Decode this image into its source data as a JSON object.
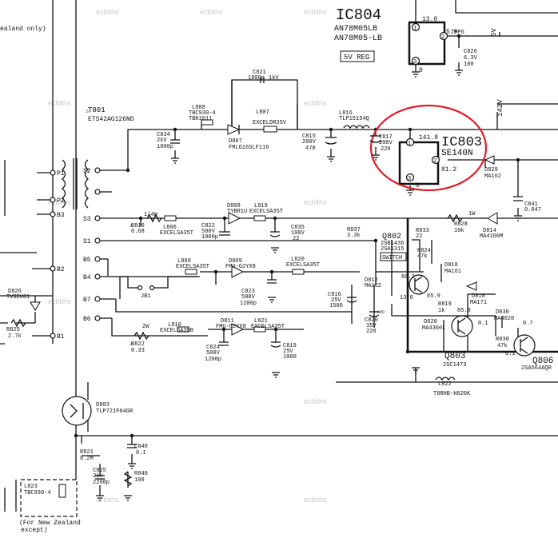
{
  "ic804": {
    "name": "IC804",
    "part_a": "AN78M05LB",
    "part_b": "AN78M05-LB",
    "reg_box": "5V REG",
    "v_in": "13.0",
    "v_out": "5.0",
    "v_gnd": "0",
    "pin1": "1",
    "pin2": "2",
    "pin3": "3"
  },
  "ic803": {
    "name": "IC803",
    "part": "SE140N",
    "v1": "141.8",
    "v2": "81.2",
    "v3": "0",
    "pin1": "1",
    "pin2": "2",
    "pin3": "3"
  },
  "rails": {
    "v5": "5V",
    "v142": "142V"
  },
  "t801": {
    "ref": "T801",
    "part": "ETS42AG126ND"
  },
  "pins_left": [
    "P1",
    "P2",
    "B3",
    "B2",
    "B1"
  ],
  "pins_sec": [
    "S2",
    "S3",
    "S1",
    "B5",
    "B4",
    "B7",
    "B6"
  ],
  "components": {
    "tpp6": "TPP6",
    "c826": "C826",
    "c826_v": "6.3V",
    "c826_val": "100",
    "c821": "C821",
    "c821_val": "1800p",
    "c821_v": "1kV",
    "l808": "L808",
    "l808_part_a": "TBC930-4",
    "l808_part_b": "TBK1011",
    "d807": "D807",
    "d807_part": "FMLG16SLF116",
    "l807": "L807",
    "l807_part": "EXCELDR35V",
    "c834": "C834",
    "c834_v": "2kV",
    "c834_val": "1000p",
    "c815": "C815",
    "c815_v": "200V",
    "c815_val": "470",
    "l816": "L816",
    "l816_part": "TLP15154Q",
    "c817": "C817",
    "c817_v": "200V",
    "c817_val": "220",
    "d829": "D829",
    "d829_part": "MA162",
    "c841": "C841",
    "c841_val": "0.047",
    "r816": "R816",
    "r816_val": "0.68",
    "r816_w": "1/4W",
    "l806": "L806",
    "l806_part": "EXCELSA35T",
    "d808": "D808",
    "d808_part": "TYBR1U",
    "l819": "L819",
    "l819_part": "EXCELSA35T",
    "c822": "C822",
    "c822_v": "500V",
    "c822_val": "1000p",
    "c835": "C835",
    "c835_v": "100V",
    "c835_val": "22",
    "r837": "R837",
    "r837_val": "3.3k",
    "r833": "R833",
    "r833_val": "22",
    "r828": "R828",
    "r828_val": "10k",
    "r828_w": "1W",
    "d814": "D814",
    "d814_part": "MA4100M",
    "q802": "Q802",
    "q802_part_a": "2SB1436",
    "q802_part_b": "2SA1315",
    "switch": "SWITCH",
    "r824": "R824",
    "r824_val": "47k",
    "d818": "D818",
    "d818_part": "MA161",
    "l809": "L809",
    "l809_part": "EXCELSA35T",
    "d809": "D809",
    "d809_part": "FMU-G2YX8",
    "l820": "L820",
    "l820_part": "EXCELSA35T",
    "jb1": "JB1",
    "c823": "C823",
    "c823_v": "500V",
    "c823_val": "1200p",
    "d826": "D826",
    "d826_part": "TVSEU01",
    "r825": "R825",
    "r825_val": "2.7k",
    "d812": "D812",
    "d812_part": "MA162",
    "c816": "C816",
    "c816_v": "25V",
    "c816_val": "1500",
    "c820": "C820",
    "c820_v": "35V",
    "c820_val": "220",
    "q802_v_b": "86.2",
    "q802_v_e": "13.0",
    "q802_v_c": "85.9",
    "r819": "R819",
    "r819_val": "1k",
    "d810": "D810",
    "d810_part": "MA171",
    "d820": "D820",
    "d820_part": "MA4360L",
    "q803": "Q803",
    "q803_part": "2SC1473",
    "q803_v": "85.9",
    "q803_v2": "0.1",
    "d830": "D830",
    "d830_part": "MA4020",
    "r830": "R830",
    "r830_val": "47k",
    "q806": "Q806",
    "q806_part": "2SA564AQR",
    "q806_v": "0.7",
    "q806_v2": "0.1",
    "r822": "R822",
    "r822_val": "0.33",
    "r822_w": "2W",
    "l810": "L810",
    "l810_part": "EXCELSA35B",
    "d811": "D811",
    "d811_part": "FMU-G2YX8",
    "l821": "L821",
    "l821_part": "EXCELSA35T",
    "c824": "C824",
    "c824_v": "500V",
    "c824_val": "1200p",
    "c819": "C819",
    "c819_v": "25V",
    "c819_val": "1000",
    "l822": "L822",
    "l822_part": "T8RHB-H820K",
    "d803": "D803",
    "d803_part": "TLP721F04GR",
    "c840": "C840",
    "c840_val": "0.1",
    "r821": "R821",
    "r821_val": "8.2M",
    "c825": "C825",
    "c825_v": "2kV",
    "c825_val": "2200p",
    "r840": "R840",
    "r840_val": "100",
    "l823": "L823",
    "l823_part": "TBC930-4"
  },
  "notes": {
    "top_left": "ealand only)",
    "bottom_a": "(For New Zealand",
    "bottom_b": "except)",
    "npd": "NPD"
  },
  "watermark": "ecbiths",
  "annotation_color": "#e01b24"
}
